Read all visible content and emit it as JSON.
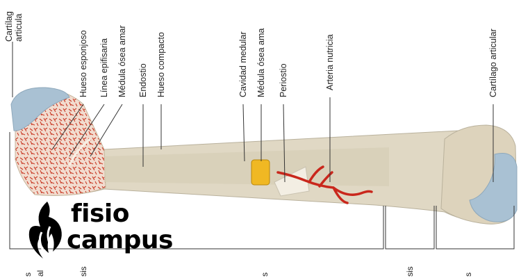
{
  "labels": {
    "cartilago_left": [
      "Cartílag",
      "articula"
    ],
    "hueso_esponjoso": "Hueso esponjoso",
    "linea_epifisaria": "Línea epifisaria",
    "medula_amarilla_left": "Médula ósea amar",
    "endostio": "Endostio",
    "hueso_compacto": "Hueso compacto",
    "cavidad_medular": "Cavidad medular",
    "medula_amarilla_mid": "Médula ósea ama",
    "periostio": "Periostio",
    "arteria_nutricia": "Arteria nutricia",
    "cartilago_right": "Cartílago articular"
  },
  "bottom_labels": {
    "left_a": "s",
    "left_b": "al",
    "epifisis_frag": "sis",
    "diafisis_frag": "s",
    "metafisis_frag": "sis",
    "right_frag": "s"
  },
  "logo": {
    "line1": "fisio",
    "line2": "campus"
  },
  "colors": {
    "bone": "#e0d8c4",
    "bone_shadow": "#cfc6ae",
    "cartilage": "#a9c1d3",
    "spongy": "#f2d9cc",
    "spongy_red": "#c93a26",
    "marrow": "#f0b823",
    "artery": "#c9271c"
  }
}
